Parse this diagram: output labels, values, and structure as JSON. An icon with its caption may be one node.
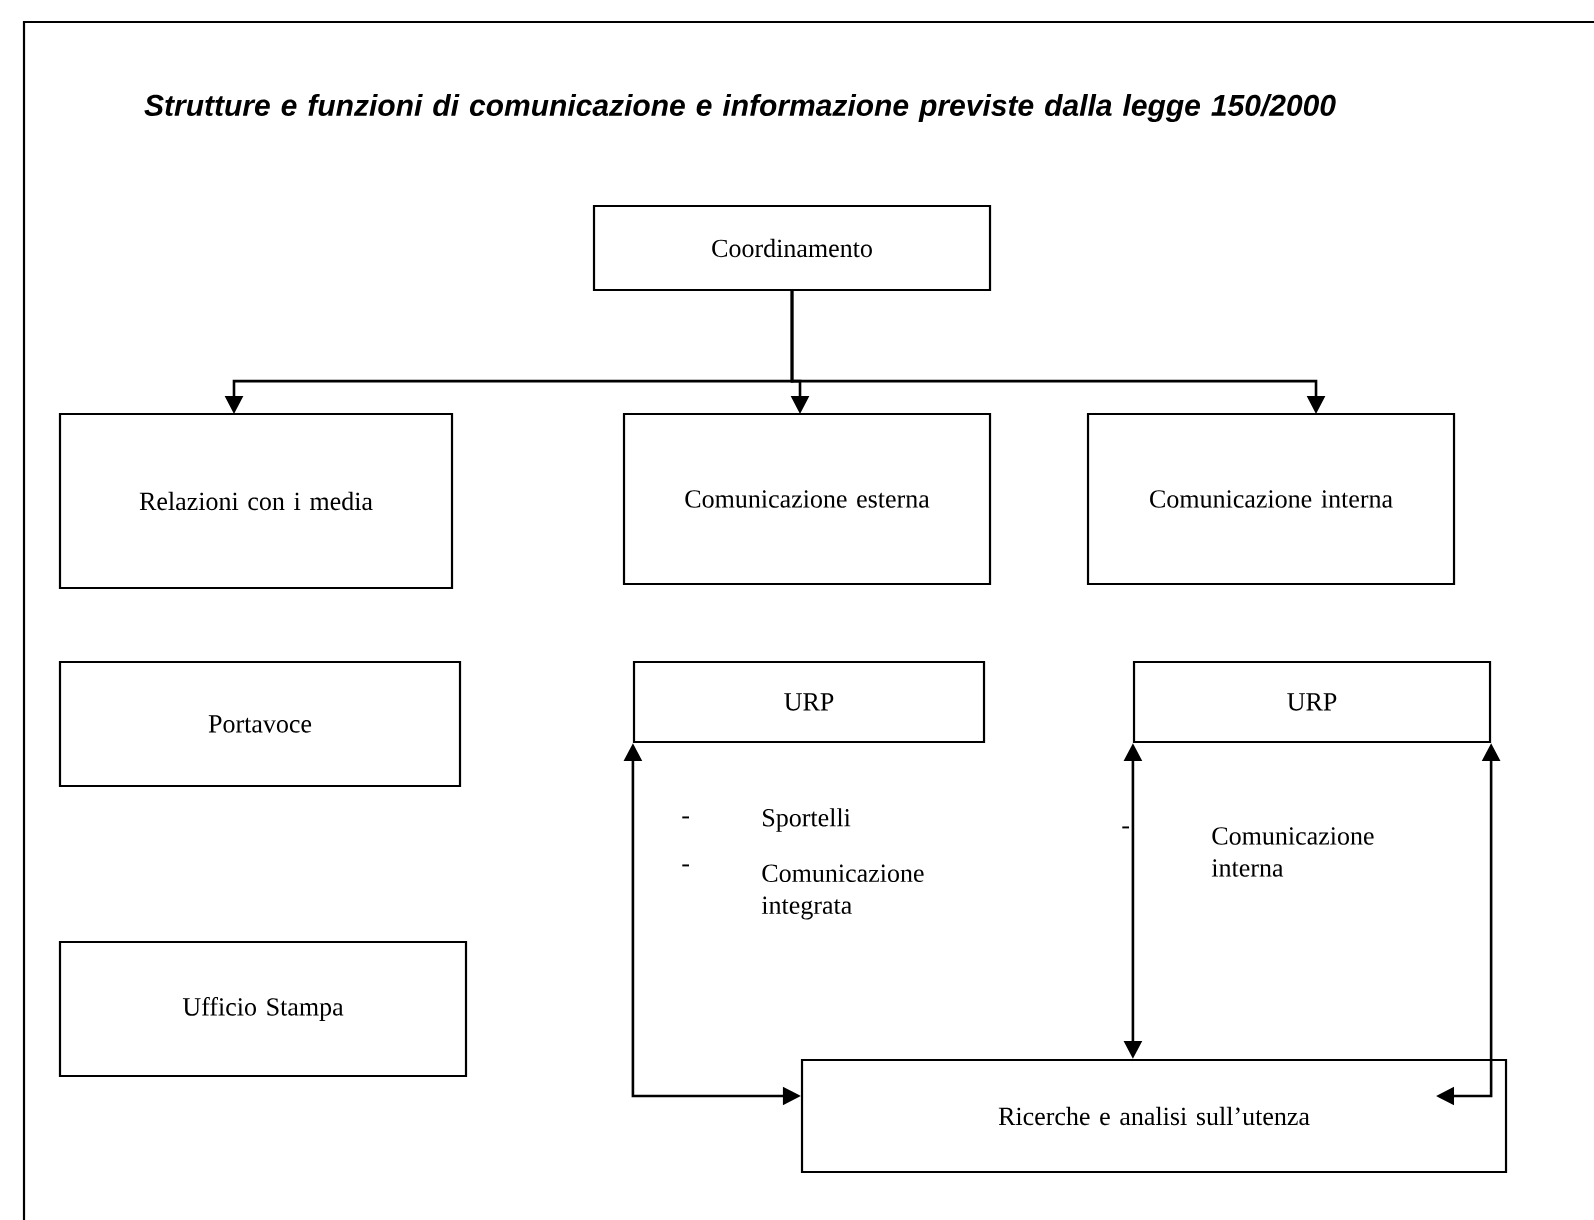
{
  "diagram": {
    "title": "Strutture e funzioni di comunicazione e informazione previste dalla legge 150/2000",
    "nodes": [
      {
        "text": [
          "Coordinamento"
        ]
      },
      {
        "text": [
          "Relazioni con i media"
        ]
      },
      {
        "text": [
          "Comunicazione esterna"
        ]
      },
      {
        "text": [
          "Comunicazione interna"
        ]
      },
      {
        "text": [
          "Portavoce"
        ]
      },
      {
        "text": [
          "URP"
        ]
      },
      {
        "text": [
          "URP"
        ]
      },
      {
        "text": [
          "Ufficio Stampa"
        ]
      },
      {
        "text": [
          "Ricerche e analisi sull’utenza"
        ]
      }
    ],
    "edges": [
      {
        "from": 0,
        "to": 1,
        "arrow": "to"
      },
      {
        "from": 0,
        "to": 2,
        "arrow": "to"
      },
      {
        "from": 0,
        "to": 3,
        "arrow": "to"
      },
      {
        "from": 8,
        "to": 5,
        "arrow": "both"
      },
      {
        "from": 6,
        "to": 8,
        "arrow": "both"
      },
      {
        "from": 6,
        "to": 8,
        "arrow": "both"
      }
    ],
    "labels": [
      "-",
      "Sportelli",
      "-",
      "Comunicazione integrata",
      "-",
      "Comunicazione interna"
    ]
  }
}
